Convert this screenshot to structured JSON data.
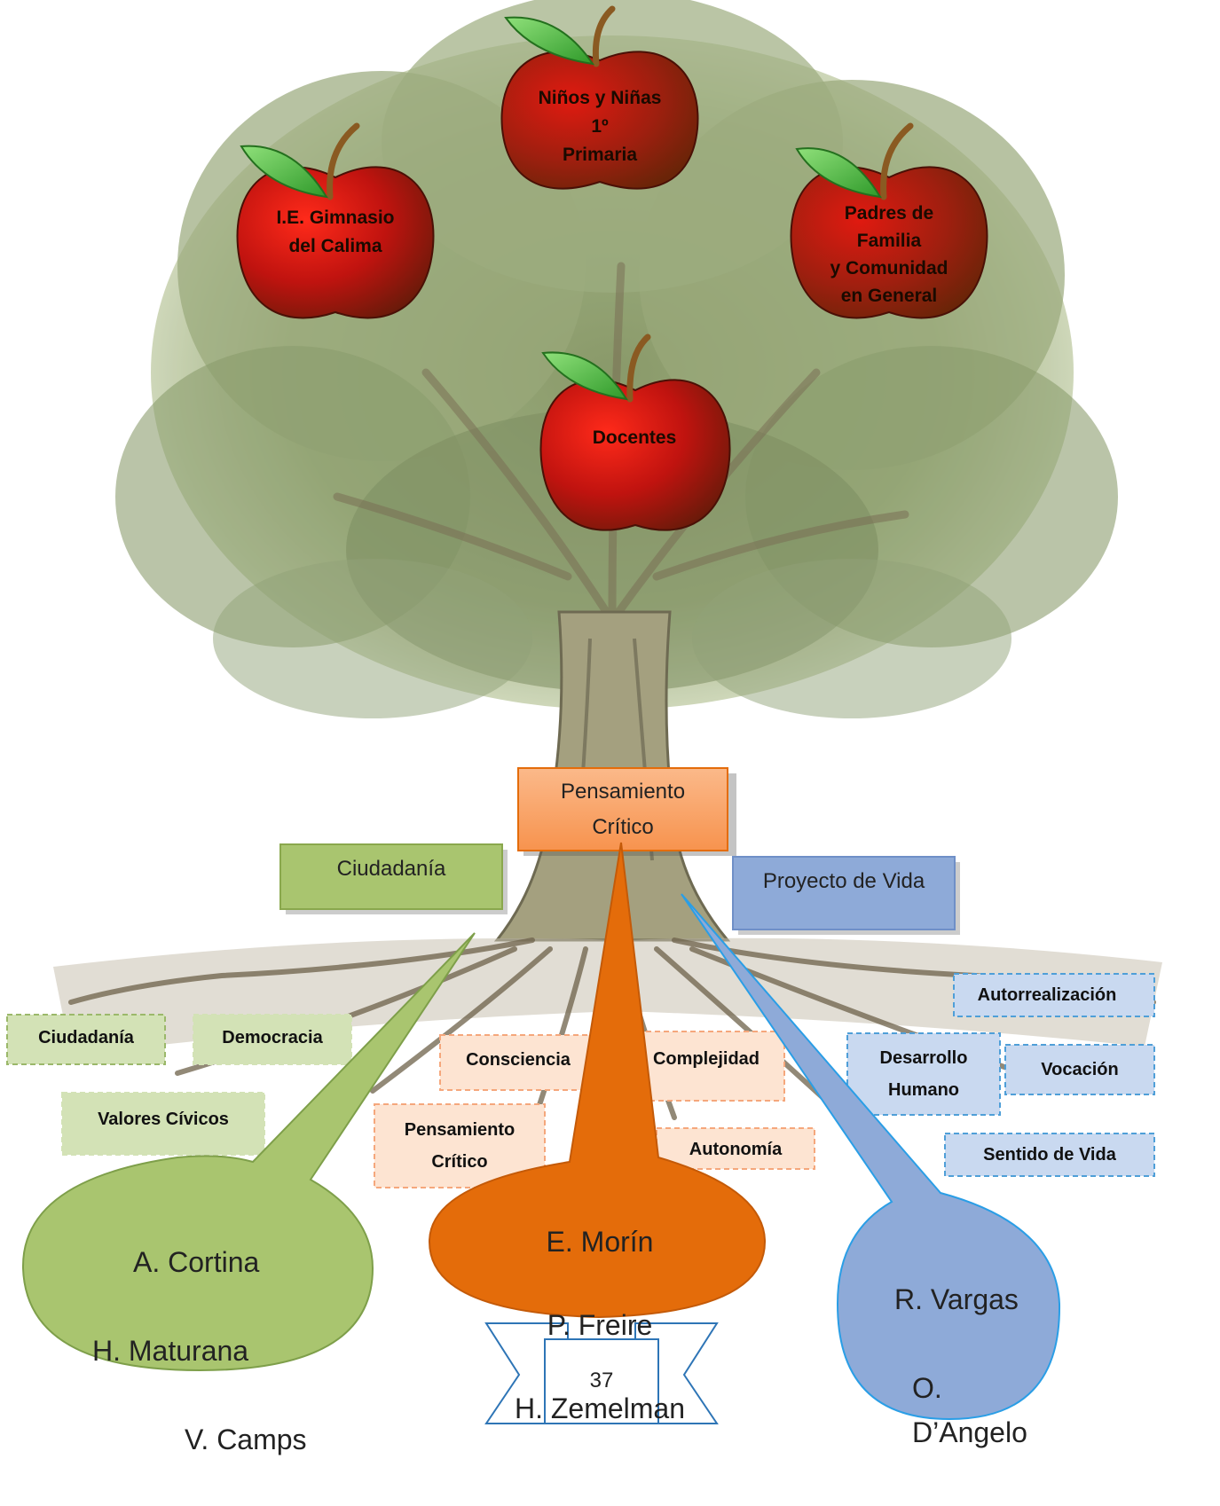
{
  "apples": {
    "center": "Niños y Niñas\n1º\nPrimaria",
    "left": "I.E. Gimnasio\ndel Calima",
    "right": "Padres de\nFamilia\ny Comunidad\nen General",
    "bottom": "Docentes"
  },
  "headers": {
    "critical": "Pensamiento\nCrítico",
    "citizenship": "Ciudadanía",
    "life_project": "Proyecto de Vida"
  },
  "roots_left": [
    "Ciudadanía",
    "Democracia",
    "Valores Cívicos"
  ],
  "roots_center": [
    "Consciencia",
    "Complejidad",
    "Pensamiento\nCrítico",
    "Autonomía"
  ],
  "roots_right": [
    "Autorrealización",
    "Desarrollo\nHumano",
    "Vocación",
    "Sentido de Vida"
  ],
  "authors": {
    "left": [
      "A. Cortina",
      "H. Maturana",
      "V. Camps"
    ],
    "center": [
      "E. Morín",
      "P. Freire",
      "H. Zemelman"
    ],
    "right": [
      "R. Vargas",
      "O. D’Angelo"
    ]
  },
  "page_number": "37",
  "colors": {
    "apple": "#c0130f",
    "leaf": "#3cb034",
    "orange": "#e46c0a",
    "green": "#a9c56f",
    "blue": "#8eaad8"
  }
}
